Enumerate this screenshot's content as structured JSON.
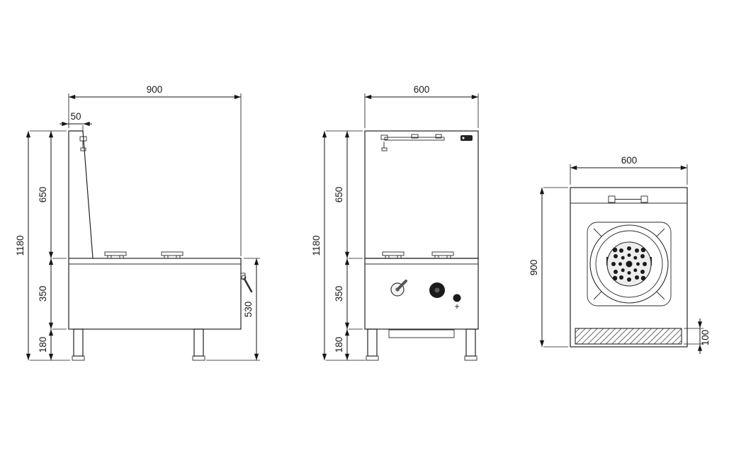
{
  "views": {
    "side": {
      "dims": {
        "top_width": "900",
        "splash_offset": "50",
        "splash_height": "650",
        "total_height": "1180",
        "body_height": "350",
        "leg_height": "180",
        "worktop_height": "530"
      }
    },
    "front": {
      "dims": {
        "top_width": "600",
        "splash_height": "650",
        "total_height": "1180",
        "body_height": "350",
        "leg_height": "180"
      }
    },
    "top": {
      "dims": {
        "width": "600",
        "depth": "900",
        "drain_depth": "100"
      }
    }
  }
}
